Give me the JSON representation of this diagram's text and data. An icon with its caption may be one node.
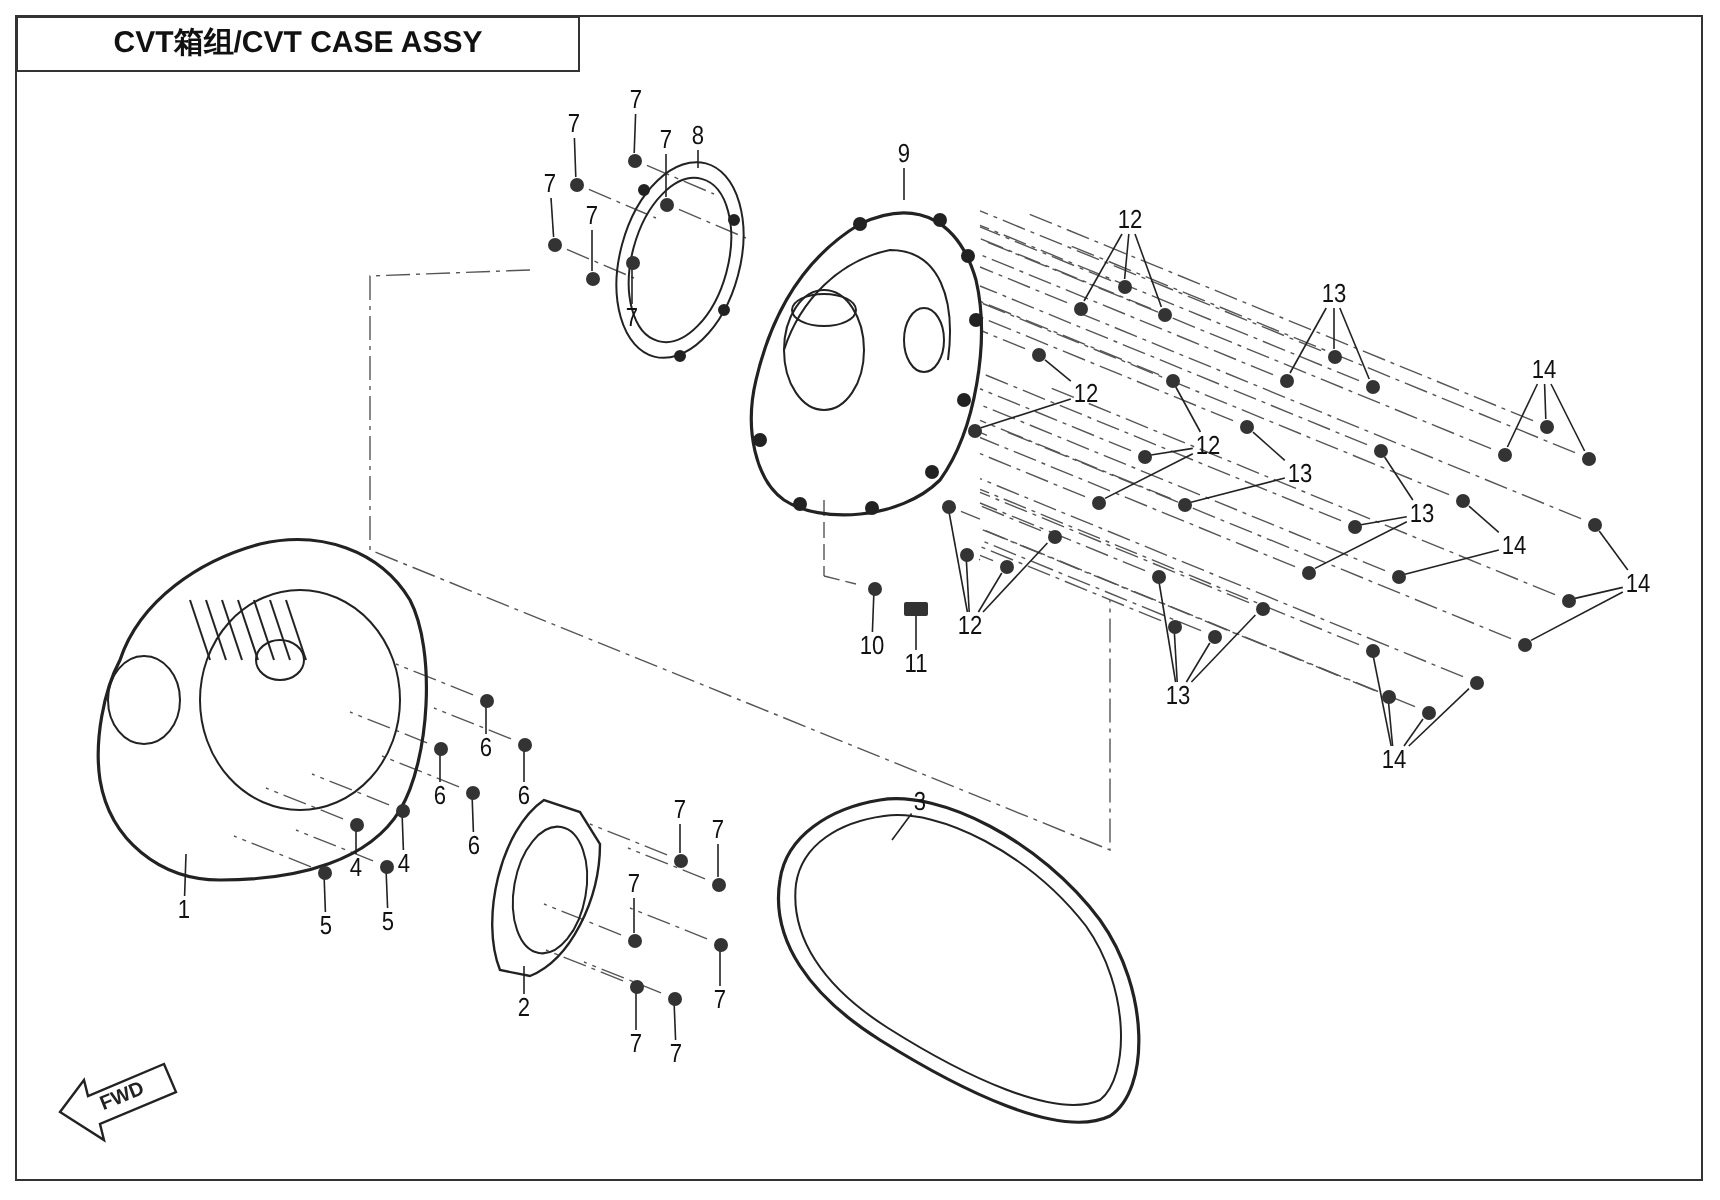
{
  "diagram": {
    "title": "CVT箱组/CVT CASE ASSY",
    "nodes": [
      {
        "text": [
          "7"
        ]
      },
      {
        "text": [
          "8"
        ]
      },
      {
        "text": [
          "7"
        ]
      },
      {
        "text": [
          "7"
        ]
      },
      {
        "text": [
          "9"
        ]
      },
      {
        "text": [
          "7"
        ]
      },
      {
        "text": [
          "7"
        ]
      },
      {
        "text": [
          "12"
        ]
      },
      {
        "text": [
          "13"
        ]
      },
      {
        "text": [
          "7"
        ]
      },
      {
        "text": [
          "14"
        ]
      },
      {
        "text": [
          "12"
        ]
      },
      {
        "text": [
          "12"
        ]
      },
      {
        "text": [
          "13"
        ]
      },
      {
        "text": [
          "13"
        ]
      },
      {
        "text": [
          "14"
        ]
      },
      {
        "text": [
          "14"
        ]
      },
      {
        "text": [
          "12"
        ]
      },
      {
        "text": [
          "10"
        ]
      },
      {
        "text": [
          "11"
        ]
      },
      {
        "text": [
          "13"
        ]
      },
      {
        "text": [
          "6"
        ]
      },
      {
        "text": [
          "14"
        ]
      },
      {
        "text": [
          "3"
        ]
      },
      {
        "text": [
          "6"
        ]
      },
      {
        "text": [
          "6"
        ]
      },
      {
        "text": [
          "7"
        ]
      },
      {
        "text": [
          "7"
        ]
      },
      {
        "text": [
          "6"
        ]
      },
      {
        "text": [
          "4"
        ]
      },
      {
        "text": [
          "4"
        ]
      },
      {
        "text": [
          "7"
        ]
      },
      {
        "text": [
          "1"
        ]
      },
      {
        "text": [
          "5"
        ]
      },
      {
        "text": [
          "5"
        ]
      },
      {
        "text": [
          "7"
        ]
      },
      {
        "text": [
          "2"
        ]
      },
      {
        "text": [
          "7"
        ]
      },
      {
        "text": [
          "7"
        ]
      },
      {
        "text": [],
        "shape": "circle"
      },
      {
        "text": [],
        "shape": "circle"
      },
      {
        "text": [],
        "shape": "circle"
      },
      {
        "text": [],
        "shape": "circle"
      },
      {
        "text": [],
        "shape": "circle"
      },
      {
        "text": [],
        "shape": "circle"
      },
      {
        "text": [],
        "shape": "circle"
      },
      {
        "text": [],
        "shape": "circle"
      },
      {
        "text": [],
        "shape": "circle"
      },
      {
        "text": [],
        "shape": "circle"
      },
      {
        "text": [],
        "shape": "circle"
      },
      {
        "text": [],
        "shape": "circle"
      },
      {
        "text": [],
        "shape": "circle"
      },
      {
        "text": [],
        "shape": "circle"
      },
      {
        "text": [],
        "shape": "circle"
      },
      {
        "text": [],
        "shape": "circle"
      },
      {
        "text": [],
        "shape": "circle"
      },
      {
        "text": [],
        "shape": "circle"
      },
      {
        "text": [],
        "shape": "circle"
      },
      {
        "text": [],
        "shape": "circle"
      },
      {
        "text": [],
        "shape": "circle"
      },
      {
        "text": [],
        "shape": "circle"
      },
      {
        "text": [],
        "shape": "circle"
      },
      {
        "text": [],
        "shape": "circle"
      },
      {
        "text": [],
        "shape": "circle"
      },
      {
        "text": [],
        "shape": "circle"
      },
      {
        "text": [],
        "shape": "circle"
      },
      {
        "text": [],
        "shape": "circle"
      },
      {
        "text": [],
        "shape": "circle"
      },
      {
        "text": [],
        "shape": "circle"
      },
      {
        "text": [],
        "shape": "circle"
      },
      {
        "text": [],
        "shape": "circle"
      },
      {
        "text": [],
        "shape": "circle"
      },
      {
        "text": [],
        "shape": "circle"
      },
      {
        "text": [],
        "shape": "circle"
      },
      {
        "text": [],
        "shape": "box"
      },
      {
        "text": [],
        "shape": "circle"
      },
      {
        "text": [],
        "shape": "circle"
      },
      {
        "text": [],
        "shape": "circle"
      },
      {
        "text": [],
        "shape": "circle"
      },
      {
        "text": [],
        "shape": "circle"
      },
      {
        "text": [],
        "shape": "circle"
      },
      {
        "text": [],
        "shape": "circle"
      },
      {
        "text": [],
        "shape": "circle"
      },
      {
        "text": [],
        "shape": "circle"
      },
      {
        "text": [],
        "shape": "circle"
      },
      {
        "text": [],
        "shape": "circle"
      },
      {
        "text": [],
        "shape": "circle"
      },
      {
        "text": [],
        "shape": "circle"
      },
      {
        "text": [],
        "shape": "circle"
      },
      {
        "text": [],
        "shape": "circle"
      },
      {
        "text": [],
        "shape": "circle"
      },
      {
        "text": [],
        "shape": "circle"
      },
      {
        "text": [],
        "shape": "circle"
      },
      {
        "text": [],
        "shape": "circle"
      },
      {
        "text": [],
        "shape": "circle"
      },
      {
        "text": [],
        "shape": "circle"
      },
      {
        "text": [],
        "shape": "circle"
      }
    ],
    "edges": [
      {
        "from": 0,
        "to": 39,
        "arrow": "none"
      },
      {
        "from": 1,
        "to": null,
        "arrow": "none"
      },
      {
        "from": 2,
        "to": 40,
        "arrow": "none"
      },
      {
        "from": 3,
        "to": 41,
        "arrow": "none"
      },
      {
        "from": 4,
        "to": null,
        "arrow": "none"
      },
      {
        "from": 5,
        "to": 42,
        "arrow": "none"
      },
      {
        "from": 6,
        "to": 43,
        "arrow": "none"
      },
      {
        "from": 7,
        "to": 44,
        "arrow": "none"
      },
      {
        "from": 7,
        "to": 45,
        "arrow": "none"
      },
      {
        "from": 7,
        "to": 46,
        "arrow": "none"
      },
      {
        "from": 8,
        "to": 47,
        "arrow": "none"
      },
      {
        "from": 8,
        "to": 48,
        "arrow": "none"
      },
      {
        "from": 8,
        "to": 49,
        "arrow": "none"
      },
      {
        "from": 9,
        "to": 50,
        "arrow": "none"
      },
      {
        "from": 10,
        "to": 51,
        "arrow": "none"
      },
      {
        "from": 10,
        "to": 52,
        "arrow": "none"
      },
      {
        "from": 10,
        "to": 53,
        "arrow": "none"
      },
      {
        "from": 11,
        "to": 54,
        "arrow": "none"
      },
      {
        "from": 11,
        "to": 55,
        "arrow": "none"
      },
      {
        "from": 12,
        "to": 56,
        "arrow": "none"
      },
      {
        "from": 12,
        "to": 57,
        "arrow": "none"
      },
      {
        "from": 12,
        "to": 58,
        "arrow": "none"
      },
      {
        "from": 13,
        "to": 59,
        "arrow": "none"
      },
      {
        "from": 13,
        "to": 60,
        "arrow": "none"
      },
      {
        "from": 14,
        "to": 61,
        "arrow": "none"
      },
      {
        "from": 14,
        "to": 62,
        "arrow": "none"
      },
      {
        "from": 14,
        "to": 63,
        "arrow": "none"
      },
      {
        "from": 15,
        "to": 64,
        "arrow": "none"
      },
      {
        "from": 15,
        "to": 65,
        "arrow": "none"
      },
      {
        "from": 16,
        "to": 66,
        "arrow": "none"
      },
      {
        "from": 16,
        "to": 67,
        "arrow": "none"
      },
      {
        "from": 16,
        "to": 68,
        "arrow": "none"
      },
      {
        "from": 17,
        "to": 69,
        "arrow": "none"
      },
      {
        "from": 17,
        "to": 70,
        "arrow": "none"
      },
      {
        "from": 17,
        "to": 71,
        "arrow": "none"
      },
      {
        "from": 17,
        "to": 72,
        "arrow": "none"
      },
      {
        "from": 18,
        "to": 73,
        "arrow": "none"
      },
      {
        "from": 19,
        "to": 74,
        "arrow": "none"
      },
      {
        "from": 20,
        "to": 75,
        "arrow": "none"
      },
      {
        "from": 20,
        "to": 76,
        "arrow": "none"
      },
      {
        "from": 20,
        "to": 77,
        "arrow": "none"
      },
      {
        "from": 20,
        "to": 78,
        "arrow": "none"
      },
      {
        "from": 21,
        "to": 79,
        "arrow": "none"
      },
      {
        "from": 22,
        "to": 80,
        "arrow": "none"
      },
      {
        "from": 22,
        "to": 81,
        "arrow": "none"
      },
      {
        "from": 22,
        "to": 82,
        "arrow": "none"
      },
      {
        "from": 22,
        "to": 83,
        "arrow": "none"
      },
      {
        "from": 23,
        "to": null,
        "arrow": "none"
      },
      {
        "from": 24,
        "to": 84,
        "arrow": "none"
      },
      {
        "from": 25,
        "to": 85,
        "arrow": "none"
      },
      {
        "from": 26,
        "to": 86,
        "arrow": "none"
      },
      {
        "from": 27,
        "to": 87,
        "arrow": "none"
      },
      {
        "from": 28,
        "to": 88,
        "arrow": "none"
      },
      {
        "from": 29,
        "to": 89,
        "arrow": "none"
      },
      {
        "from": 30,
        "to": 90,
        "arrow": "none"
      },
      {
        "from": 31,
        "to": 91,
        "arrow": "none"
      },
      {
        "from": 32,
        "to": null,
        "arrow": "none"
      },
      {
        "from": 33,
        "to": 92,
        "arrow": "none"
      },
      {
        "from": 34,
        "to": 93,
        "arrow": "none"
      },
      {
        "from": 35,
        "to": 94,
        "arrow": "none"
      },
      {
        "from": 36,
        "to": null,
        "arrow": "none"
      },
      {
        "from": 37,
        "to": 95,
        "arrow": "none"
      },
      {
        "from": 38,
        "to": 96,
        "arrow": "none"
      }
    ],
    "labels": [
      "FWD"
    ]
  }
}
